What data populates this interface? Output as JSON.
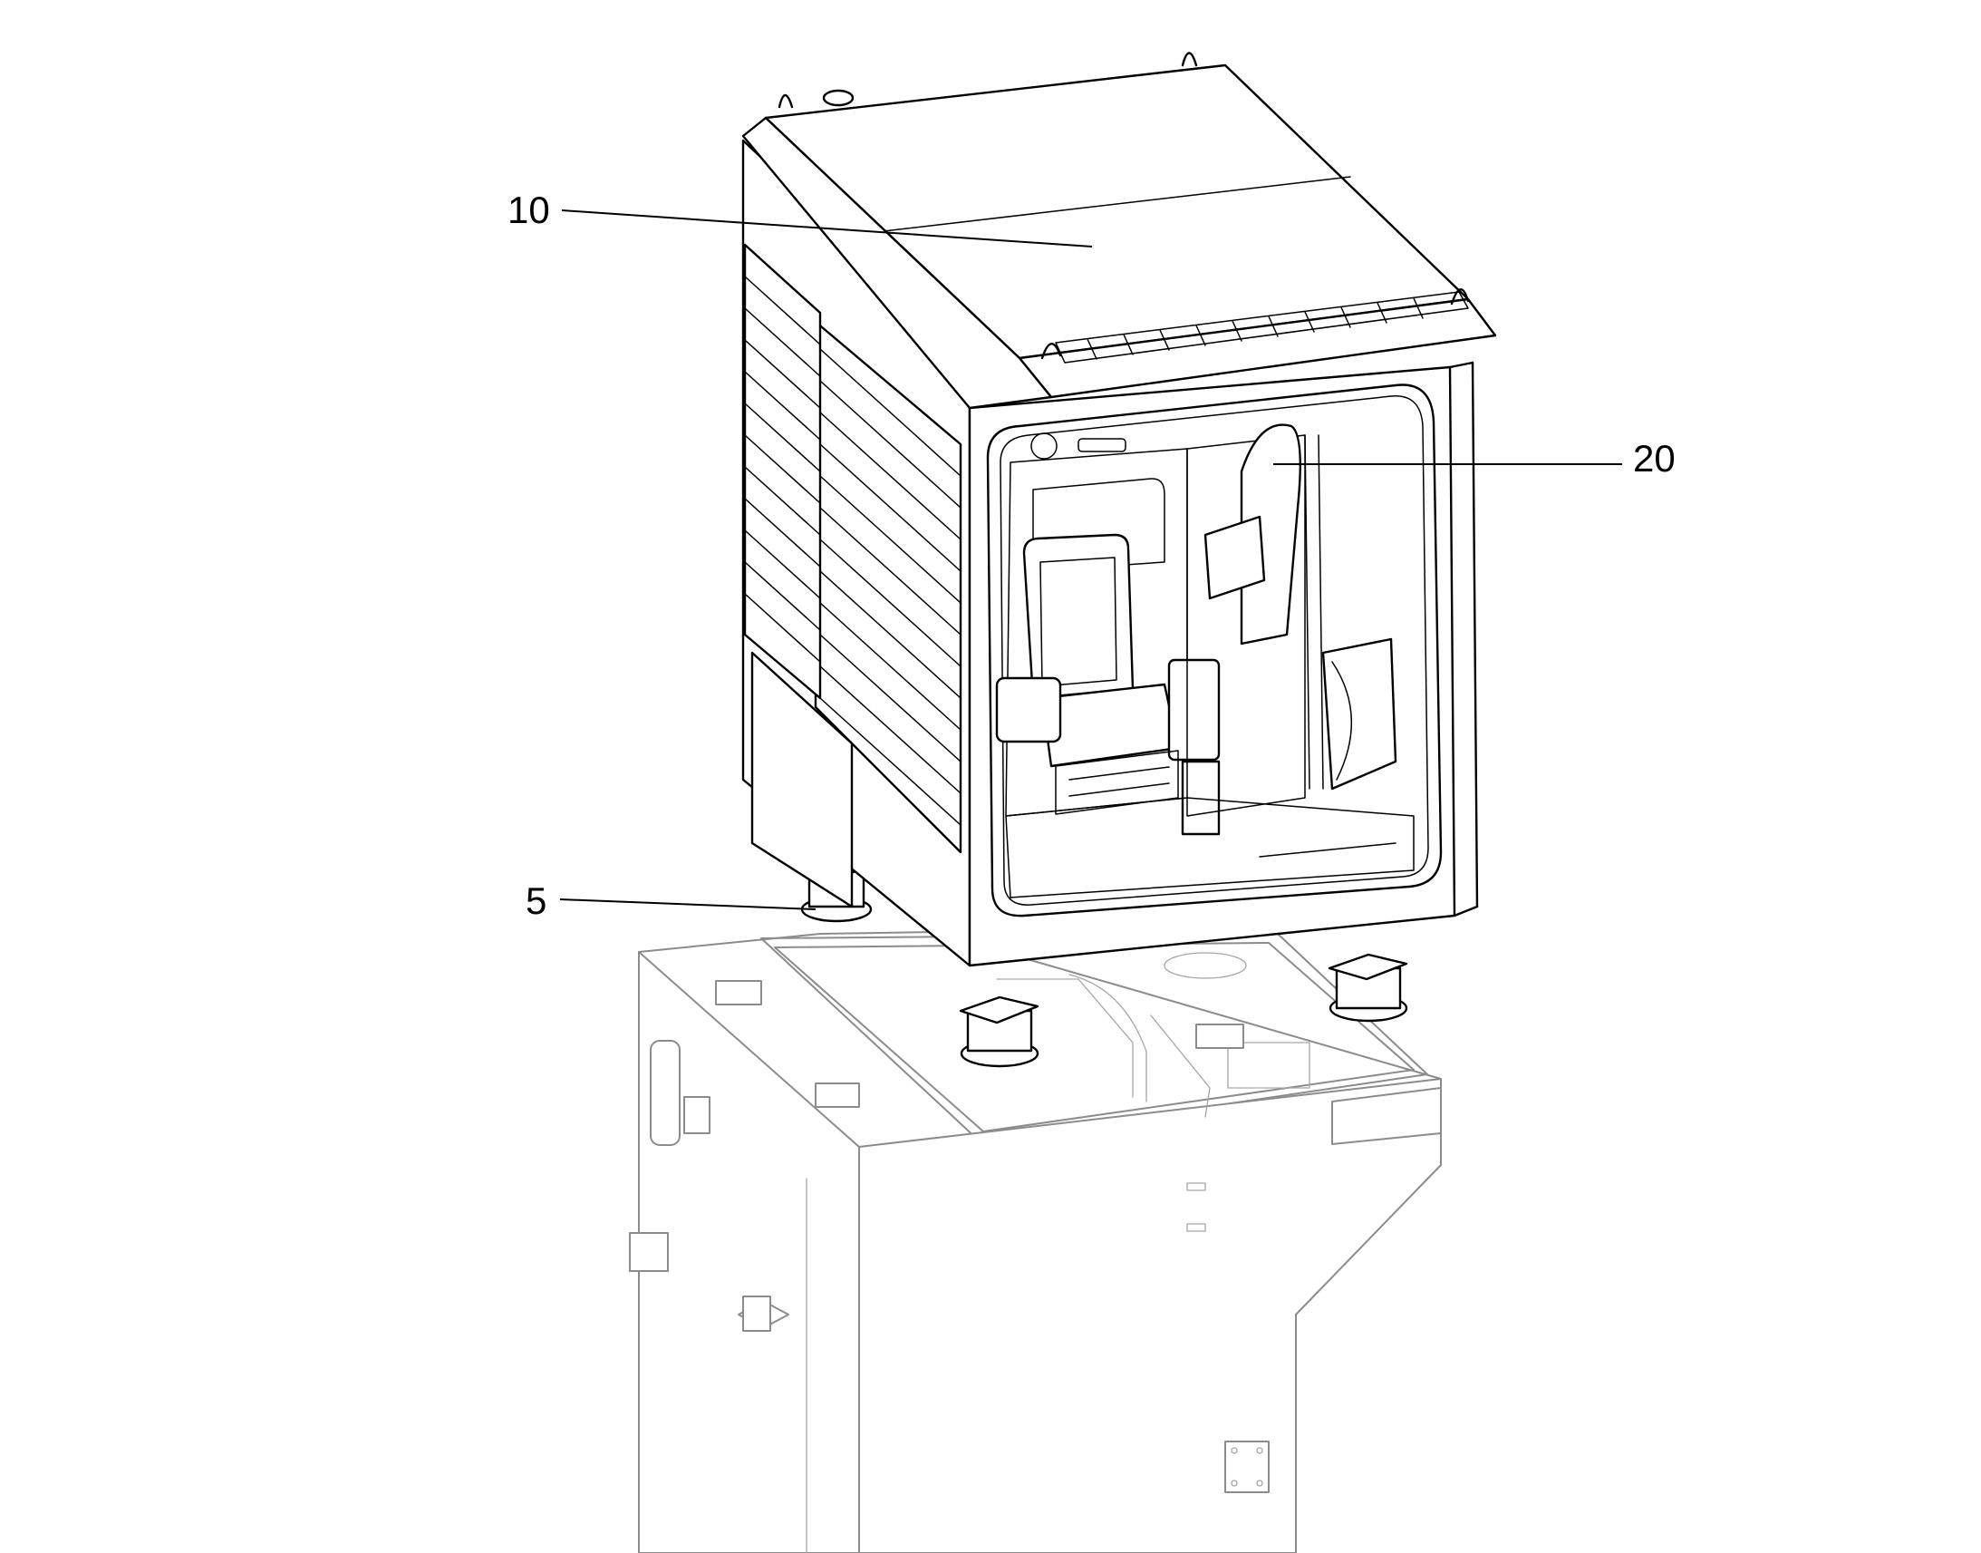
{
  "callouts": [
    {
      "id": "c10",
      "label": "10"
    },
    {
      "id": "c20",
      "label": "20"
    },
    {
      "id": "c5",
      "label": "5"
    }
  ]
}
